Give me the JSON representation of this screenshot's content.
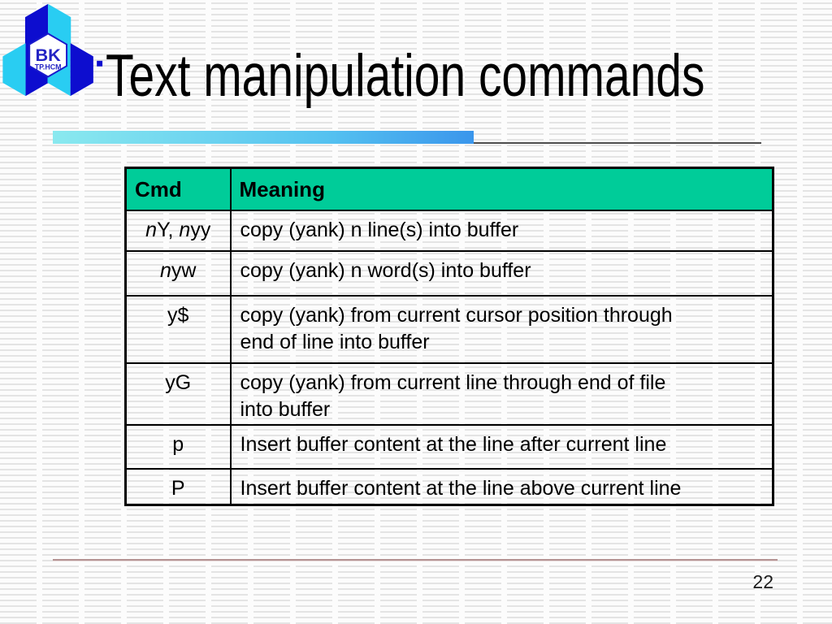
{
  "slide": {
    "title": "Text manipulation commands",
    "page_number": "22"
  },
  "logo": {
    "text_primary": "BK",
    "text_secondary": "TP.HCM",
    "colors": {
      "dark_blue": "#0d0dcf",
      "cyan": "#29cdf2",
      "text_blue": "#2424c4"
    }
  },
  "decor": {
    "table_header_fill": "#00cc99",
    "gradient_bar_from": "#8ae9ef",
    "gradient_bar_to": "#3a96ec",
    "footer_line_color": "#b59393"
  },
  "table": {
    "columns": [
      "Cmd",
      "Meaning"
    ],
    "rows": [
      {
        "cmd": "*n*Y, *n*yy",
        "meaning": "copy (yank) n line(s) into buffer"
      },
      {
        "cmd": "*n*yw",
        "meaning": "copy (yank) n word(s) into buffer"
      },
      {
        "cmd": "y$",
        "meaning": "copy (yank) from current cursor position through\nend of line into buffer"
      },
      {
        "cmd": "yG",
        "meaning": "copy (yank) from current line through end of file\ninto buffer"
      },
      {
        "cmd": "p",
        "meaning": "Insert buffer content at the line after current line"
      },
      {
        "cmd": "P",
        "meaning": "Insert buffer content at the line above current line"
      }
    ]
  }
}
